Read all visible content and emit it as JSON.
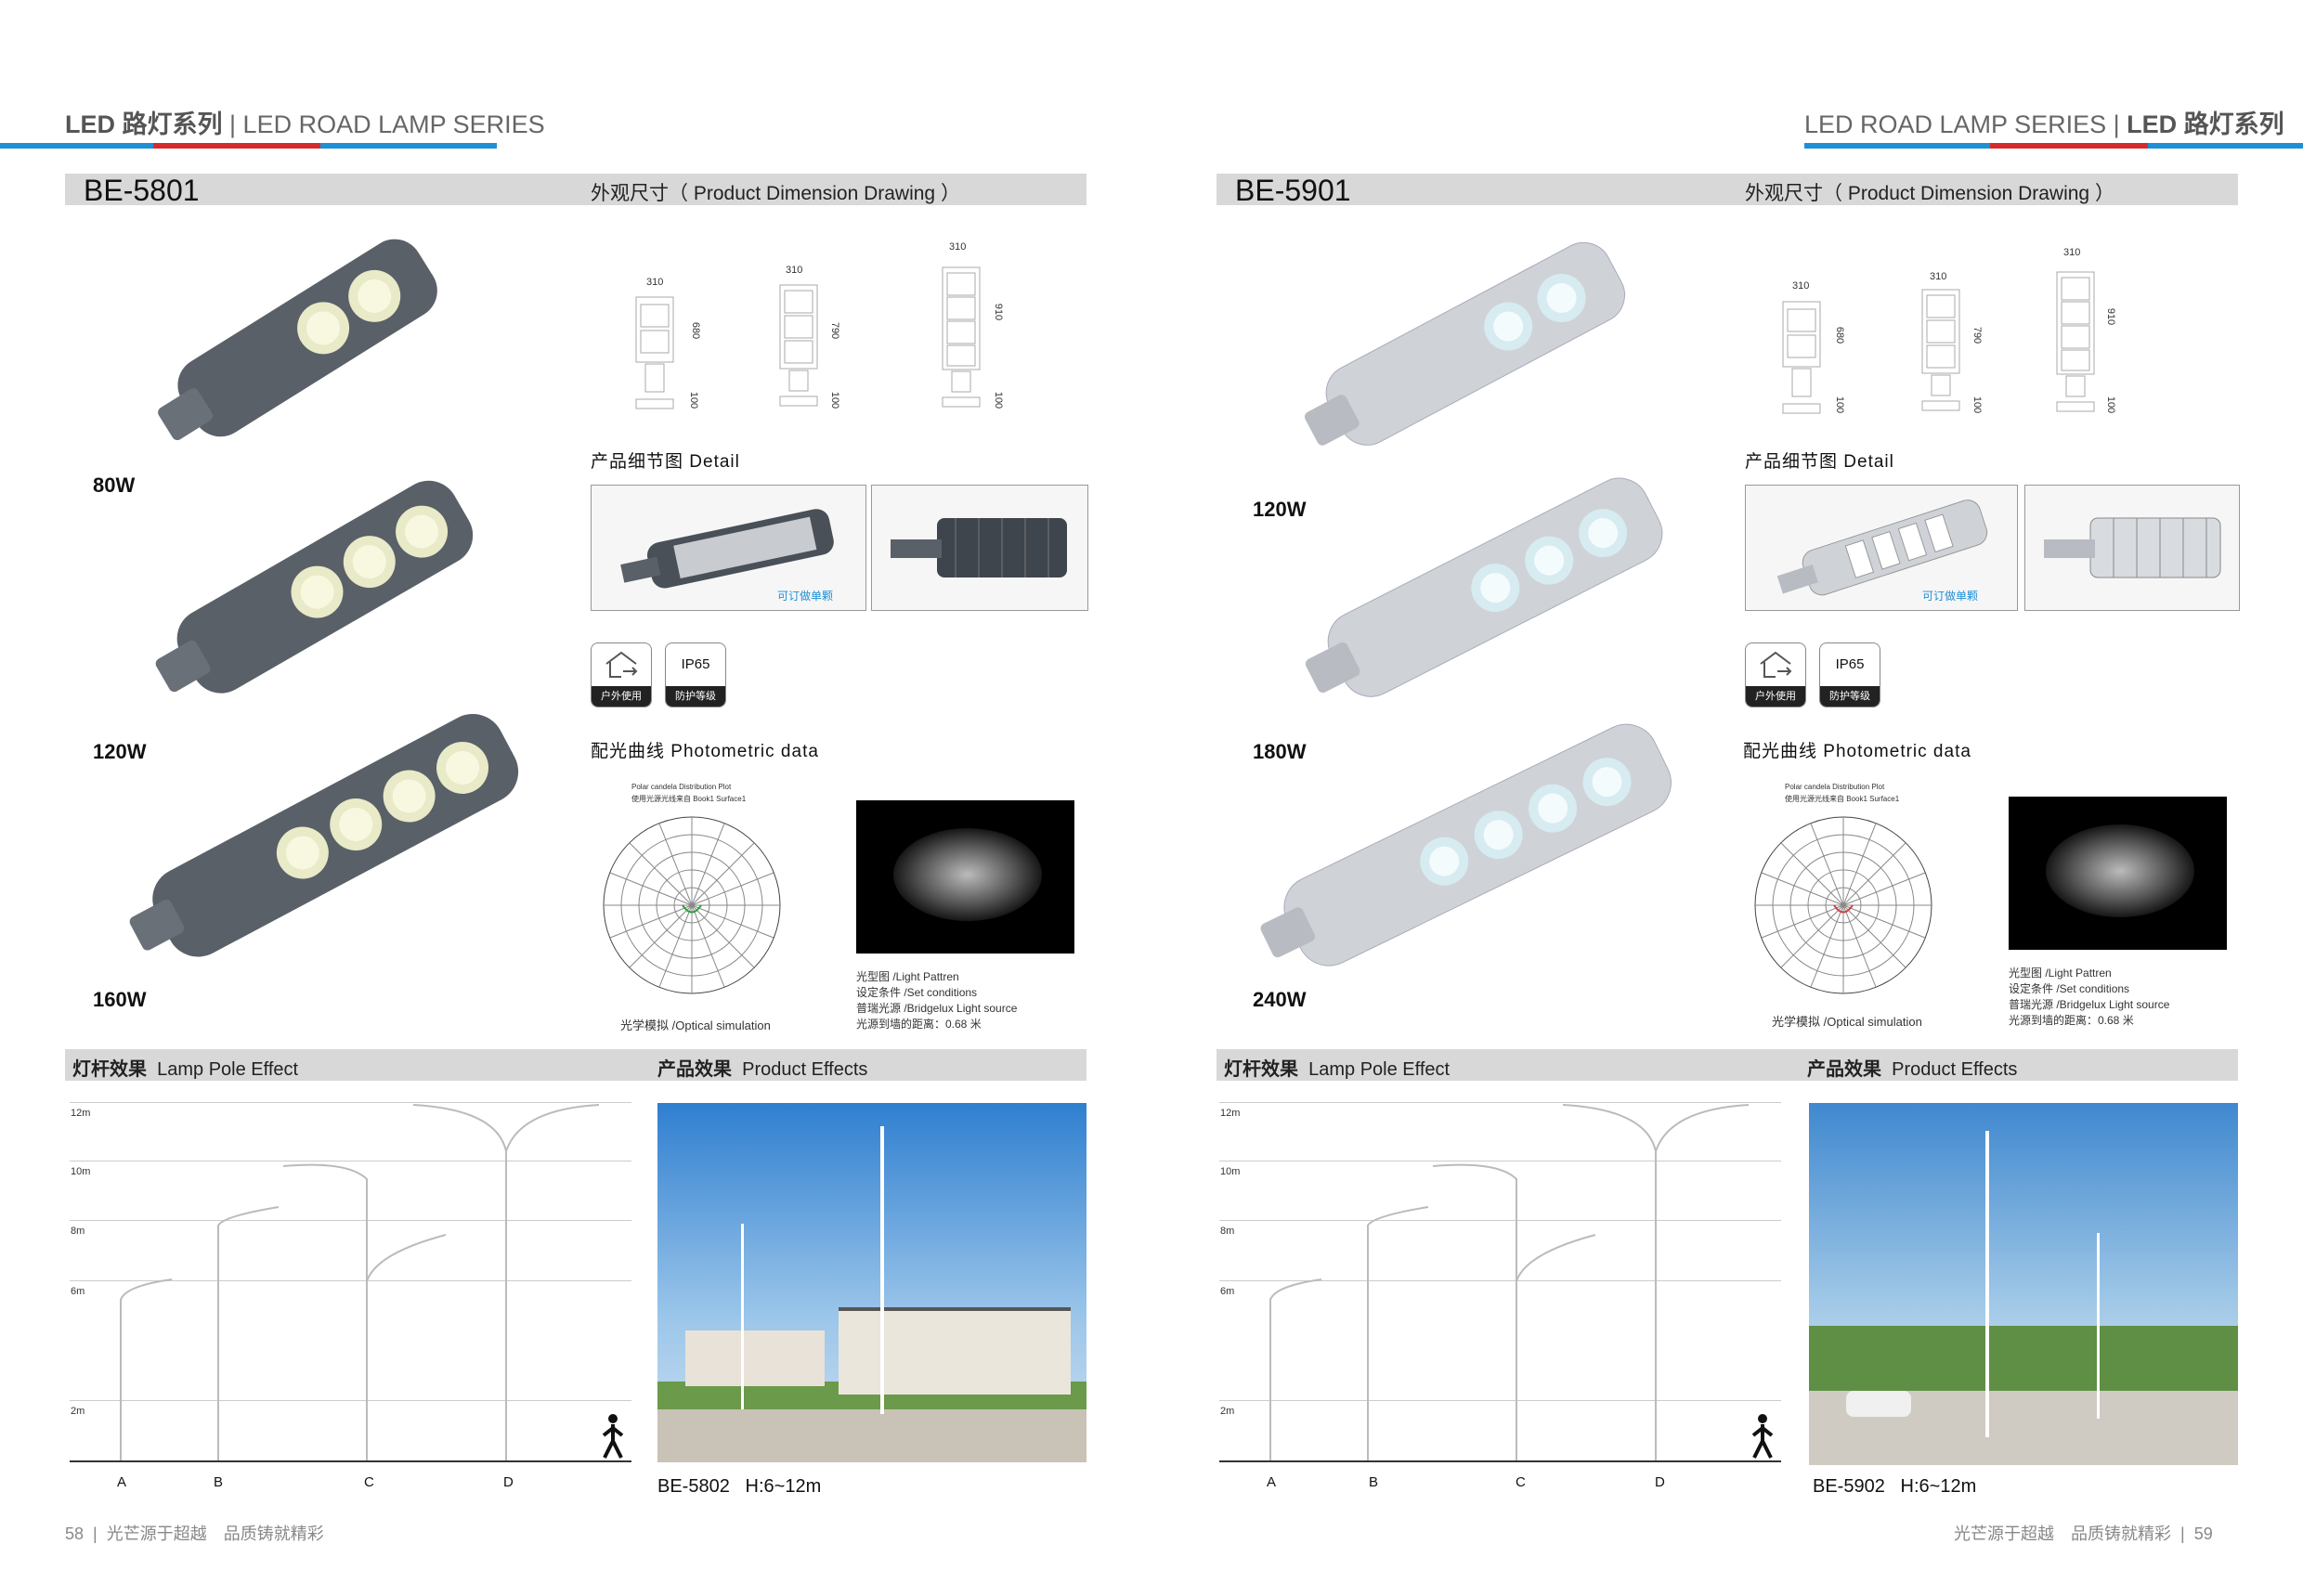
{
  "left": {
    "series_cn": "LED 路灯系列",
    "series_en": "LED ROAD LAMP SERIES",
    "model": "BE-5801",
    "dimension_label": "外观尺寸（ Product Dimension Drawing ）",
    "watts": [
      "80W",
      "120W",
      "160W"
    ],
    "dims": [
      {
        "w": "310",
        "h": "680",
        "b": "100"
      },
      {
        "w": "310",
        "h": "790",
        "b": "100"
      },
      {
        "w": "310",
        "h": "910",
        "b": "100"
      }
    ],
    "detail_label": "产品细节图 Detail",
    "detail_note": "可订做单颗",
    "badge1_bottom": "户外使用",
    "badge2_top": "IP65",
    "badge2_bottom": "防护等级",
    "photometric_label": "配光曲线 Photometric data",
    "polar_title_1": "Polar candela Distribution Plot",
    "polar_title_2": "使用光源光线来自 Book1 Surface1",
    "optical_sim": "光学模拟 /Optical simulation",
    "light_notes": [
      "光型图 /Light Pattren",
      "设定条件 /Set conditions",
      "普瑞光源 /Bridgelux Light source",
      "光源到墙的距离：0.68 米"
    ],
    "pole_effect_cn": "灯杆效果",
    "pole_effect_en": "Lamp Pole Effect",
    "product_effect_cn": "产品效果",
    "product_effect_en": "Product Effects",
    "heights": [
      "12m",
      "10m",
      "8m",
      "6m",
      "2m"
    ],
    "pole_labels": [
      "A",
      "B",
      "C",
      "D"
    ],
    "photo_caption_model": "BE-5802",
    "photo_caption_height": "H:6~12m",
    "page_no": "58",
    "slogan": "光芒源于超越　品质铸就精彩"
  },
  "right": {
    "series_cn": "LED 路灯系列",
    "series_en": "LED ROAD LAMP SERIES",
    "model": "BE-5901",
    "dimension_label": "外观尺寸（ Product Dimension Drawing ）",
    "watts": [
      "120W",
      "180W",
      "240W"
    ],
    "dims": [
      {
        "w": "310",
        "h": "680",
        "b": "100"
      },
      {
        "w": "310",
        "h": "790",
        "b": "100"
      },
      {
        "w": "310",
        "h": "910",
        "b": "100"
      }
    ],
    "detail_label": "产品细节图 Detail",
    "detail_note": "可订做单颗",
    "badge1_bottom": "户外使用",
    "badge2_top": "IP65",
    "badge2_bottom": "防护等级",
    "photometric_label": "配光曲线 Photometric data",
    "polar_title_1": "Polar candela Distribution Plot",
    "polar_title_2": "使用光源光线来自 Book1 Surface1",
    "optical_sim": "光学模拟 /Optical simulation",
    "light_notes": [
      "光型图 /Light Pattren",
      "设定条件 /Set conditions",
      "普瑞光源 /Bridgelux Light source",
      "光源到墙的距离：0.68 米"
    ],
    "pole_effect_cn": "灯杆效果",
    "pole_effect_en": "Lamp Pole Effect",
    "product_effect_cn": "产品效果",
    "product_effect_en": "Product Effects",
    "heights": [
      "12m",
      "10m",
      "8m",
      "6m",
      "2m"
    ],
    "pole_labels": [
      "A",
      "B",
      "C",
      "D"
    ],
    "photo_caption_model": "BE-5902",
    "photo_caption_height": "H:6~12m",
    "page_no": "59",
    "slogan": "光芒源于超越　品质铸就精彩"
  },
  "colors": {
    "blue": "#1f8fd6",
    "red": "#d62b2b",
    "band": "#d8d8d8",
    "lamp_dark": "#5a6068",
    "lamp_light": "#cfd3d8"
  }
}
